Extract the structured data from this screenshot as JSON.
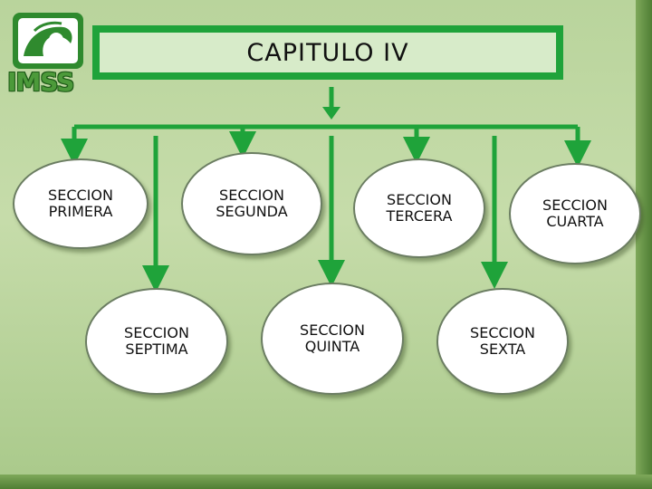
{
  "logo": {
    "word": "IMSS"
  },
  "title": "CAPITULO IV",
  "nodes": [
    {
      "id": "primera",
      "line1": "SECCION",
      "line2": "PRIMERA"
    },
    {
      "id": "segunda",
      "line1": "SECCION",
      "line2": "SEGUNDA"
    },
    {
      "id": "tercera",
      "line1": "SECCION",
      "line2": "TERCERA"
    },
    {
      "id": "cuarta",
      "line1": "SECCION",
      "line2": "CUARTA"
    },
    {
      "id": "septima",
      "line1": "SECCION",
      "line2": "SEPTIMA"
    },
    {
      "id": "quinta",
      "line1": "SECCION",
      "line2": "QUINTA"
    },
    {
      "id": "sexta",
      "line1": "SECCION",
      "line2": "SEXTA"
    }
  ],
  "colors": {
    "connector": "#1fa33a",
    "title_border": "#1fa33a",
    "logo_green": "#4c9a3a"
  }
}
